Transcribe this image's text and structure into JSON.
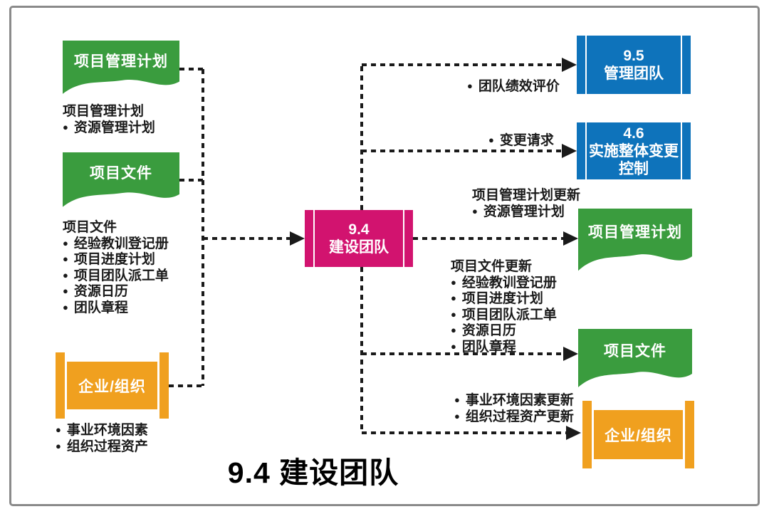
{
  "colors": {
    "green": "#3A9C3E",
    "magenta": "#D2136F",
    "blue": "#0E73BB",
    "orange": "#F0A01F",
    "line": "#1A1A1A",
    "frame": "#8A8A8A",
    "white": "#FFFFFF"
  },
  "process": {
    "id": "9.4",
    "name": "建设团队"
  },
  "page_title": "9.4 建设团队",
  "inputs": {
    "pmp": {
      "shape": "项目管理计划",
      "list_title": "项目管理计划",
      "items": [
        "资源管理计划"
      ]
    },
    "pd": {
      "shape": "项目文件",
      "list_title": "项目文件",
      "items": [
        "经验教训登记册",
        "项目进度计划",
        "项目团队派工单",
        "资源日历",
        "团队章程"
      ]
    },
    "eef": {
      "shape": "企业/组织",
      "items": [
        "事业环境因素",
        "组织过程资产"
      ]
    }
  },
  "outputs": {
    "to_95": {
      "id": "9.5",
      "name": "管理团队",
      "items": [
        "团队绩效评价"
      ]
    },
    "to_46": {
      "id": "4.6",
      "name": "实施整体变更控制",
      "items": [
        "变更请求"
      ]
    },
    "pmp": {
      "shape": "项目管理计划",
      "list_title": "项目管理计划更新",
      "items": [
        "资源管理计划"
      ]
    },
    "pd": {
      "shape": "项目文件",
      "list_title": "项目文件更新",
      "items": [
        "经验教训登记册",
        "项目进度计划",
        "项目团队派工单",
        "资源日历",
        "团队章程"
      ]
    },
    "eef": {
      "shape": "企业/组织",
      "items": [
        "事业环境因素更新",
        "组织过程资产更新"
      ]
    }
  }
}
